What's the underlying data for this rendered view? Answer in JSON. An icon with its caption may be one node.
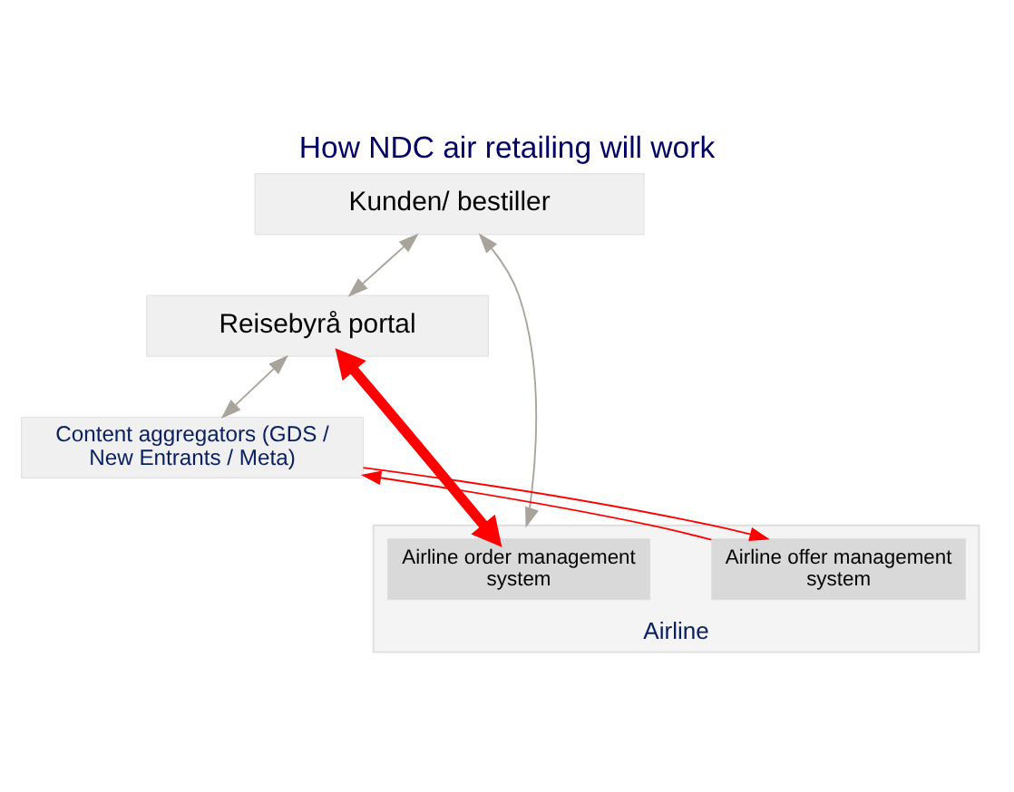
{
  "diagram": {
    "title": "How NDC air retailing will work",
    "nodes": [
      {
        "text": [
          "Kunden/ bestiller"
        ]
      },
      {
        "text": [
          "Reisebyrå portal"
        ]
      },
      {
        "text": [
          "Content aggregators (GDS / New Entrants / Meta)"
        ]
      },
      {
        "text": [
          "Airline"
        ]
      },
      {
        "text": [
          "Airline offer management system"
        ],
        "in": 3
      },
      {
        "text": [
          "Airline order management system"
        ],
        "in": 3
      }
    ],
    "edges": [
      {
        "from": 0,
        "to": 1,
        "arrow": "both",
        "color": "#a8a49c"
      },
      {
        "from": 1,
        "to": 2,
        "arrow": "both",
        "color": "#a8a49c"
      },
      {
        "from": 2,
        "to": 4,
        "arrow": "to",
        "color": "#ff0000"
      },
      {
        "from": 4,
        "to": 2,
        "arrow": "to",
        "color": "#ff0000"
      },
      {
        "from": 1,
        "to": 5,
        "arrow": "both",
        "style": "thick",
        "color": "#ff0000"
      },
      {
        "from": 0,
        "to": 3,
        "arrow": "both",
        "color": "#a8a49c"
      }
    ]
  }
}
